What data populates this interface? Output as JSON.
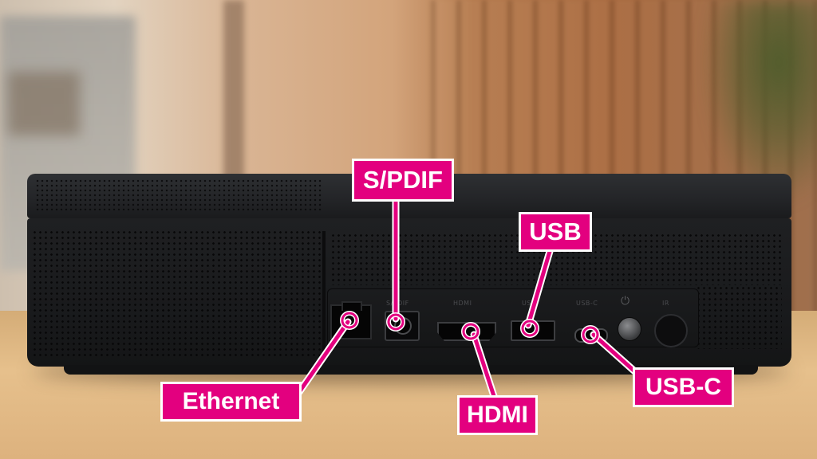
{
  "scene": {
    "subject": "streaming box rear panel",
    "port_printed_labels": {
      "spdif": "S/PDIF",
      "hdmi": "HDMI",
      "usb": "USB",
      "usbc": "USB-C",
      "power": "⏻",
      "ir": "IR"
    }
  },
  "callouts": {
    "spdif": "S/PDIF",
    "usb": "USB",
    "ethernet": "Ethernet",
    "hdmi": "HDMI",
    "usbc": "USB-C"
  },
  "colors": {
    "callout_fill": "#e3007f",
    "callout_border": "#ffffff",
    "device_body": "#1c1d1f"
  }
}
